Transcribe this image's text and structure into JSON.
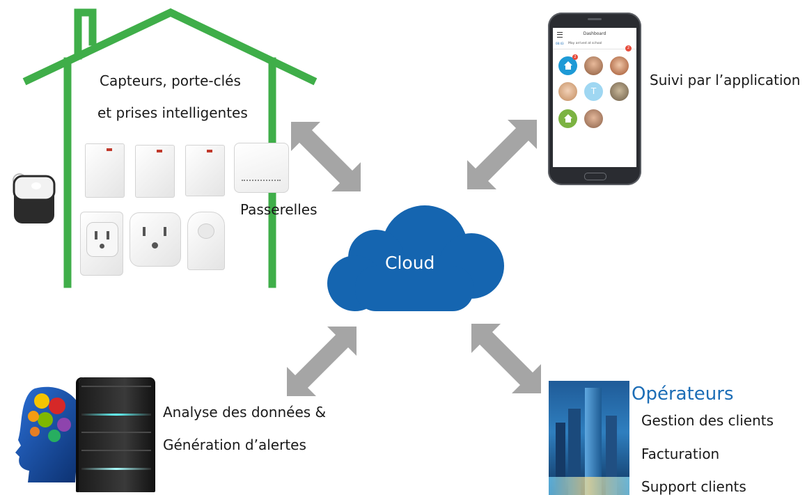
{
  "house": {
    "title_line1": "Capteurs, porte-clés",
    "title_line2": "et prises intelligentes",
    "gateway_label": "Passerelles"
  },
  "cloud": {
    "label": "Cloud"
  },
  "app": {
    "label": "Suivi par l’application",
    "screen_title": "Dashboard",
    "notification_time": "08:43",
    "notification_text": "May arrived at school",
    "badge_count_1": "2",
    "badge_count_2": "2",
    "avatar_letter": "T"
  },
  "analytics": {
    "line1": "Analyse des données &",
    "line2": "Génération d’alertes"
  },
  "operators": {
    "title": "Opérateurs",
    "items": [
      "Gestion des clients",
      "Facturation",
      "Support clients"
    ]
  },
  "colors": {
    "house_outline": "#3fae49",
    "cloud": "#1565b0",
    "arrows": "#a5a5a5",
    "operators_title": "#1c6db6"
  }
}
